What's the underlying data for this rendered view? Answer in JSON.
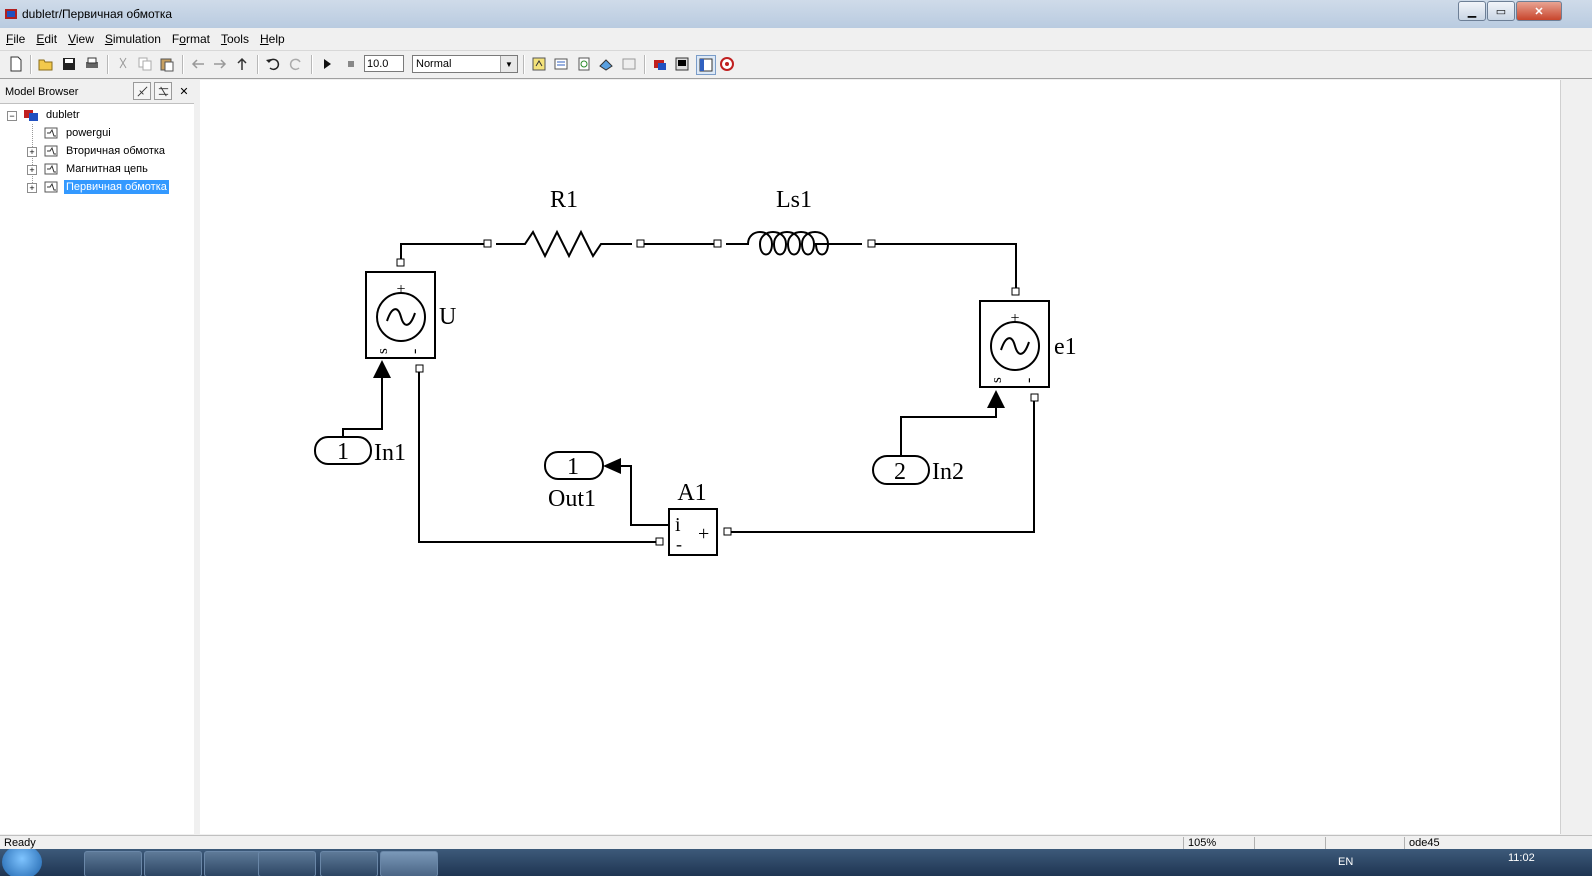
{
  "window": {
    "title": "dubletr/Первичная обмотка",
    "minimize_glyph": "▁",
    "maximize_glyph": "▭",
    "close_glyph": "✕"
  },
  "menu": {
    "file": {
      "accel": "F",
      "rest": "ile"
    },
    "edit": {
      "accel": "E",
      "rest": "dit"
    },
    "view": {
      "accel": "V",
      "rest": "iew"
    },
    "simulation": {
      "accel": "S",
      "rest": "imulation"
    },
    "format": {
      "pre": "F",
      "accel": "o",
      "rest": "rmat"
    },
    "tools": {
      "accel": "T",
      "rest": "ools"
    },
    "help": {
      "accel": "H",
      "rest": "elp"
    }
  },
  "toolbar": {
    "stop_time": "10.0",
    "sim_mode": "Normal"
  },
  "browser": {
    "title": "Model Browser",
    "close_glyph": "✕",
    "root": "dubletr",
    "items": [
      {
        "label": "powergui"
      },
      {
        "label": "Вторичная  обмотка"
      },
      {
        "label": "Магнитная цепь"
      },
      {
        "label": "Первичная обмотка"
      }
    ]
  },
  "diagram": {
    "blocks": {
      "r1": "R1",
      "ls1": "Ls1",
      "u": "U",
      "e1": "e1",
      "in1_port": "1",
      "in1_name": "In1",
      "in2_port": "2",
      "in2_name": "In2",
      "out1_port": "1",
      "out1_name": "Out1",
      "a1": "A1",
      "a1_i": "i",
      "a1_minus": "-",
      "a1_plus": "+",
      "src_plus": "+",
      "src_s": "s",
      "src_minus": "-"
    }
  },
  "status": {
    "ready": "Ready",
    "zoom": "105%",
    "solver": "ode45"
  },
  "taskbar": {
    "lang": "EN",
    "clock": "11:02"
  },
  "colors": {
    "selection": "#3399ff",
    "canvas": "#ffffff",
    "lines": "#000000"
  }
}
